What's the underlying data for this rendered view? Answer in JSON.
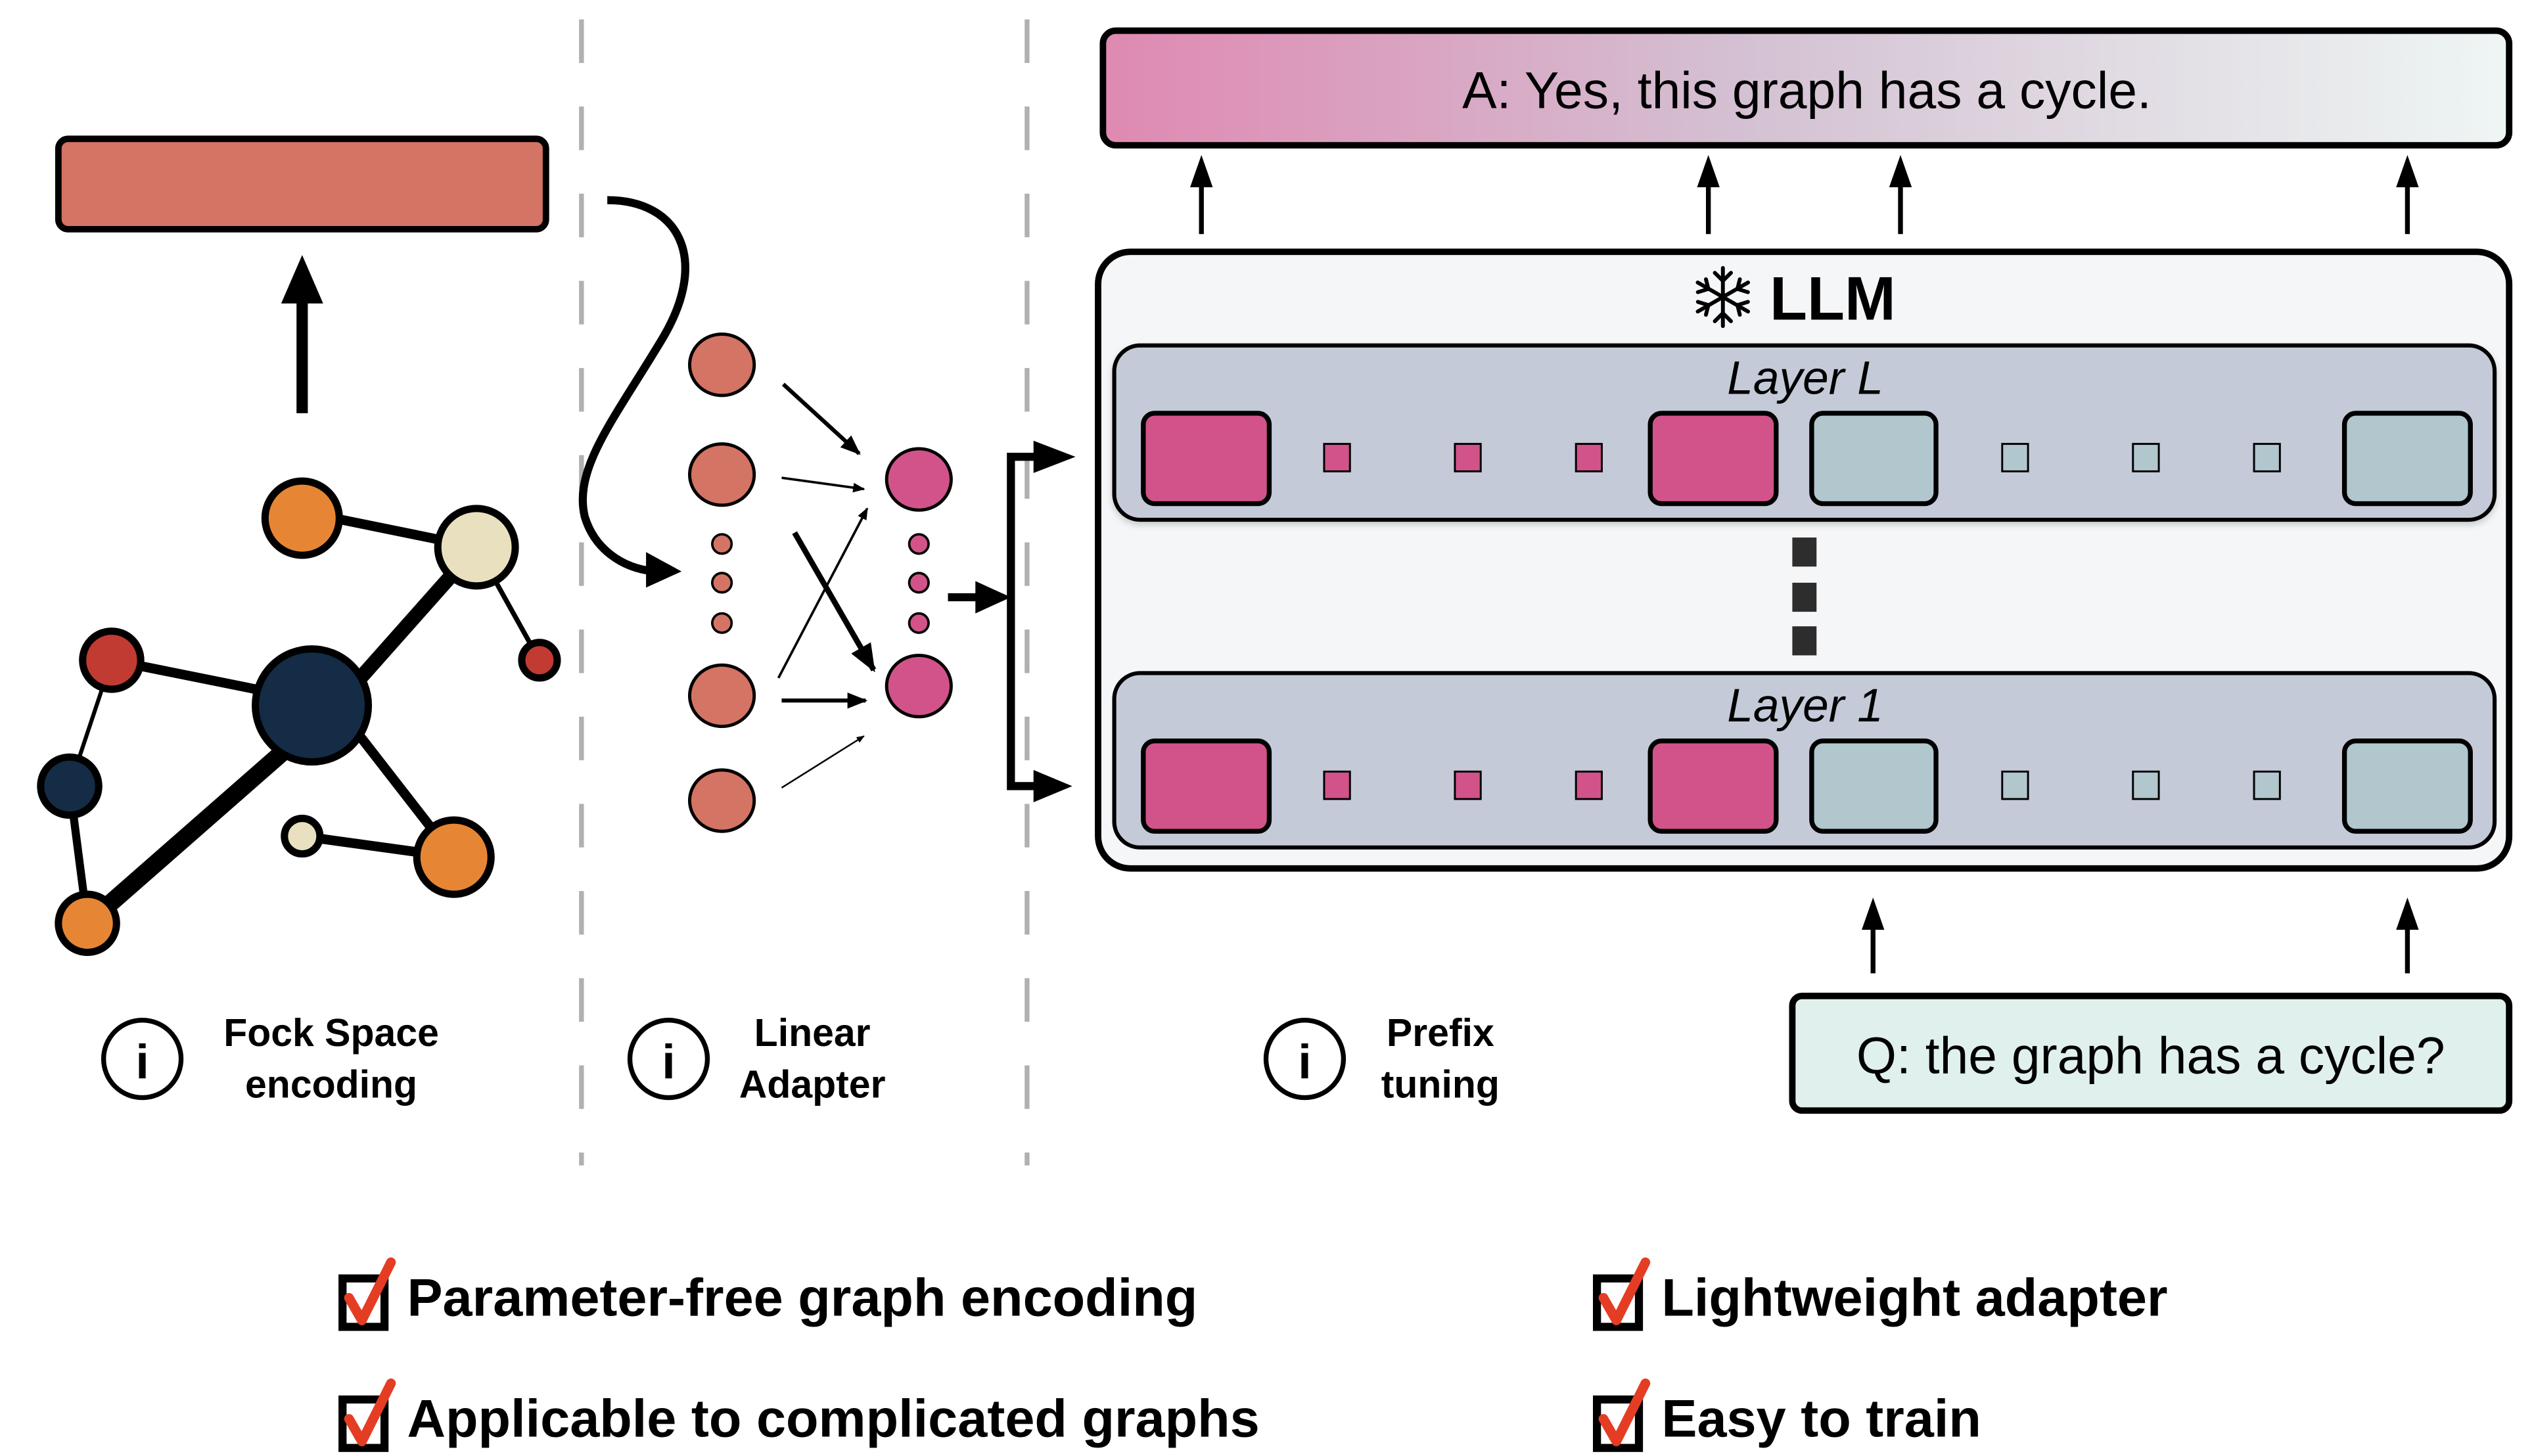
{
  "sections": {
    "encoding": {
      "label_line1": "Fock Space",
      "label_line2": "encoding",
      "icon": "info-icon"
    },
    "adapter": {
      "label_line1": "Linear",
      "label_line2": "Adapter",
      "icon": "info-icon"
    },
    "prefix": {
      "label_line1": "Prefix",
      "label_line2": "tuning",
      "icon": "info-icon"
    }
  },
  "info_glyph": "i",
  "llm": {
    "title": "LLM",
    "icon": "snowflake-icon",
    "layers": [
      {
        "label": "Layer L"
      },
      {
        "label": "Layer 1"
      }
    ]
  },
  "answer": {
    "text": "A: Yes, this graph has a cycle."
  },
  "question": {
    "text": "Q: the graph has a cycle?"
  },
  "benefits": [
    {
      "text": "Parameter-free graph encoding",
      "checked": true
    },
    {
      "text": "Applicable to complicated graphs",
      "checked": true
    },
    {
      "text": "Lightweight adapter",
      "checked": true
    },
    {
      "text": "Easy to train",
      "checked": true
    }
  ],
  "colors": {
    "encoding_bar": "#d47464",
    "node_orange": "#e68634",
    "node_navy": "#142c45",
    "node_red": "#c13b33",
    "node_cream": "#e9e0bf",
    "adapter_in": "#d47464",
    "adapter_out": "#d2538a",
    "prefix_token": "#d2538a",
    "text_token": "#b1c6cd",
    "layer_bg": "#c4cad8",
    "llm_bg": "#f5f6f8",
    "question_bg": "#e0f0ed",
    "answer_grad_start": "#df89b1",
    "answer_grad_end": "#eef6f4",
    "check_red": "#e43d24",
    "divider": "#b0b0b0"
  }
}
